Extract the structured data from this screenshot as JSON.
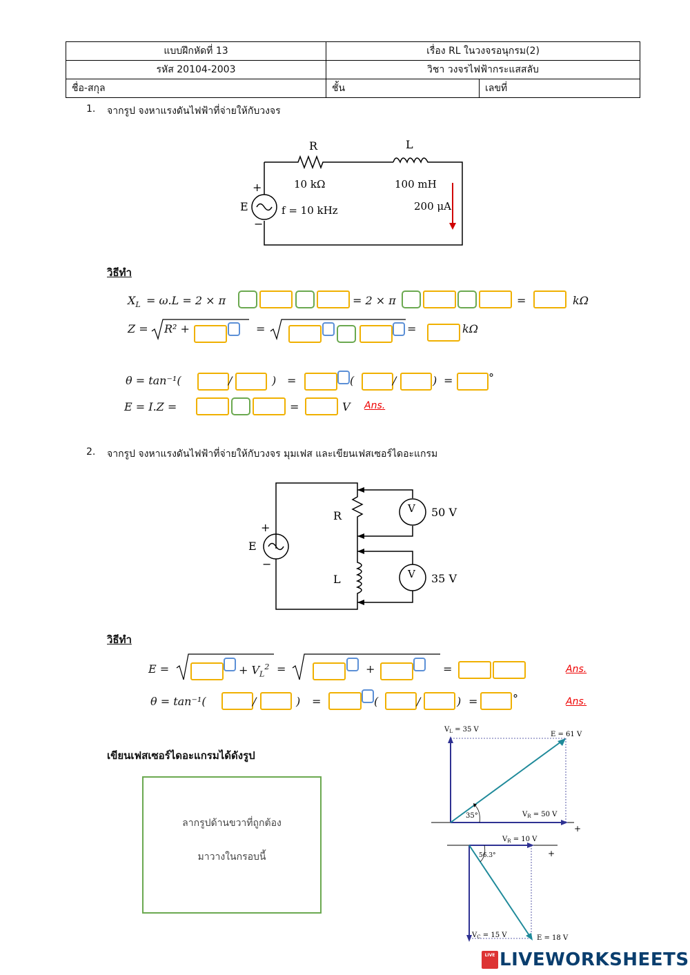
{
  "header": {
    "exercise": "แบบฝึกหัดที่ 13",
    "topic": "เรื่อง RL ในวงจรอนุกรม(2)",
    "code": "รหัส 20104-2003",
    "subject": "วิชา วงจรไฟฟ้ากระแสสลับ",
    "name_label": "ชื่อ-สกุล",
    "class_label": "ชั้น",
    "number_label": "เลขที่"
  },
  "q1": {
    "number": "1.",
    "text": "จากรูป จงหาแรงดันไฟฟ้าที่จ่ายให้กับวงจร",
    "circuit": {
      "r_label": "R",
      "r_value": "10 kΩ",
      "l_label": "L",
      "l_value": "100 mH",
      "source": "E",
      "freq": "f = 10 kHz",
      "current": "200 μA",
      "plus": "+",
      "minus": "−"
    },
    "method": "วิธีทำ",
    "eq_xl_lhs": "X",
    "eq_xl_sub": "L",
    "eq_xl_mid": "= ω.L = 2 × π",
    "eq_eq": "=",
    "eq_2pi": "= 2 × π",
    "unit_kohm": "kΩ",
    "eq_z_lhs": "Z =",
    "eq_z_rad": "R² +",
    "eq_theta": "θ = tan⁻¹(",
    "slash": "/",
    "close": ")",
    "open": "(",
    "deg": "°",
    "eq_e": "E = I.Z =",
    "unit_v": "V",
    "ans": "Ans."
  },
  "q2": {
    "number": "2.",
    "text": "จากรูป จงหาแรงดันไฟฟ้าที่จ่ายให้กับวงจร มุมเฟส และเขียนเฟสเซอร์ไดอะแกรม",
    "circuit": {
      "r_label": "R",
      "l_label": "L",
      "source": "E",
      "vr": "50 V",
      "vl": "35 V",
      "plus": "+",
      "minus": "−",
      "meter": "V"
    },
    "method": "วิธีทำ",
    "eq_e": "E =",
    "eq_plus_vl": "+ V",
    "eq_vl_sub": "L",
    "eq_vl_sup": "2",
    "eq_plus": "+",
    "eq_eq": "=",
    "eq_theta": "θ = tan⁻¹(",
    "ans": "Ans.",
    "phasor_title": "เขียนเฟสเซอร์ไดอะแกรมได้ดังรูป",
    "drop_line1": "ลากรูปด้านขวาที่ถูกต้อง",
    "drop_line2": "มาวางในกรอบนี้"
  },
  "phasor1": {
    "vl": "V",
    "vl_sub": "L",
    "vl_val": " = 35 V",
    "e": "E = 61 V",
    "vr": "V",
    "vr_sub": "R",
    "vr_val": " = 50 V",
    "angle": "35°",
    "plus": "+"
  },
  "phasor2": {
    "vr": "V",
    "vr_sub": "R",
    "vr_val": " = 10 V",
    "angle": "56.3°",
    "plus": "+",
    "vc": "V",
    "vc_sub": "C",
    "vc_val": " = 15 V",
    "e": "E = 18 V"
  },
  "branding": {
    "logo_text": "LIVEWORKSHEETS",
    "badge": "LIVE"
  },
  "colors": {
    "answer_box": "#f0b000",
    "green_box": "#6aa84f",
    "blue_box": "#5b8fd6",
    "ans": "#e00000",
    "arrow": "#d00000",
    "phasor_blue": "#2e3192",
    "phasor_teal": "#1f8a9a"
  }
}
